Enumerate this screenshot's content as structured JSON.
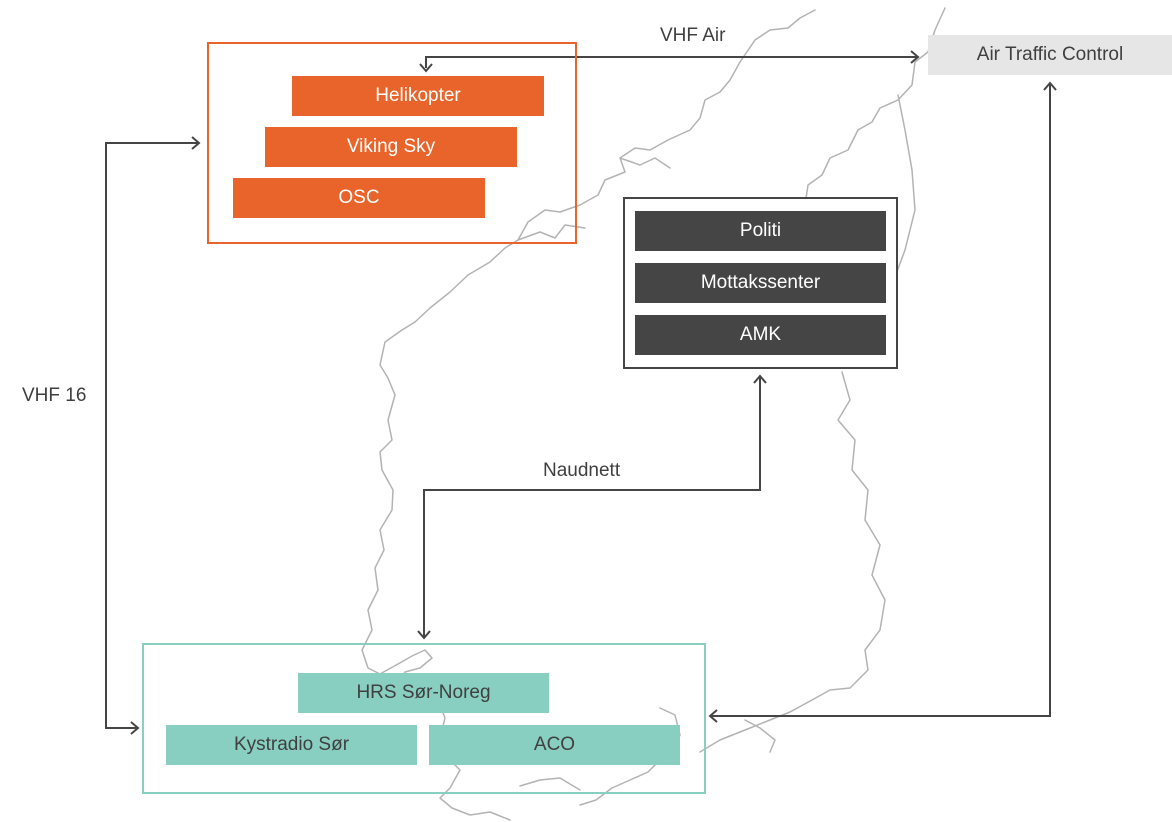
{
  "orange_group": {
    "items": [
      "Helikopter",
      "Viking Sky",
      "OSC"
    ],
    "color": "#e8642a"
  },
  "police_group": {
    "items": [
      "Politi",
      "Mottakssenter",
      "AMK"
    ],
    "color": "#454545"
  },
  "rescue_group": {
    "items": [
      "HRS Sør-Noreg",
      "Kystradio Sør",
      "ACO"
    ],
    "color": "#88cfc1"
  },
  "air_traffic_control": {
    "label": "Air Traffic Control",
    "color": "#e6e6e6"
  },
  "connections": {
    "vhf_air": "VHF Air",
    "vhf_16": "VHF 16",
    "naudnett": "Naudnett"
  },
  "colors": {
    "arrow": "#454545",
    "map_outline": "#b3b3b3"
  }
}
